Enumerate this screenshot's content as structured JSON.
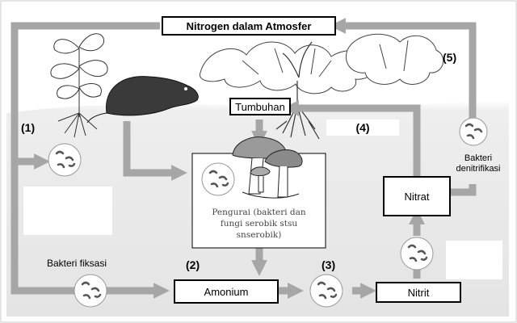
{
  "atmosphere": "Nitrogen dalam Atmosfer",
  "tumbuhan": "Tumbuhan",
  "pengurai": [
    "Pengurai (bakteri dan",
    "fungi serobik stsu",
    "snserobik)"
  ],
  "bakteri_fiksasi": "Bakteri fiksasi",
  "amonium": "Amonium",
  "nitrit": "Nitrit",
  "nitrat": "Nitrat",
  "bakteri_denitrifikasi": [
    "Bakteri",
    "denitrifikasi"
  ],
  "steps": {
    "s1": "(1)",
    "s2": "(2)",
    "s3": "(3)",
    "s4": "(4)",
    "s5": "(5)"
  }
}
